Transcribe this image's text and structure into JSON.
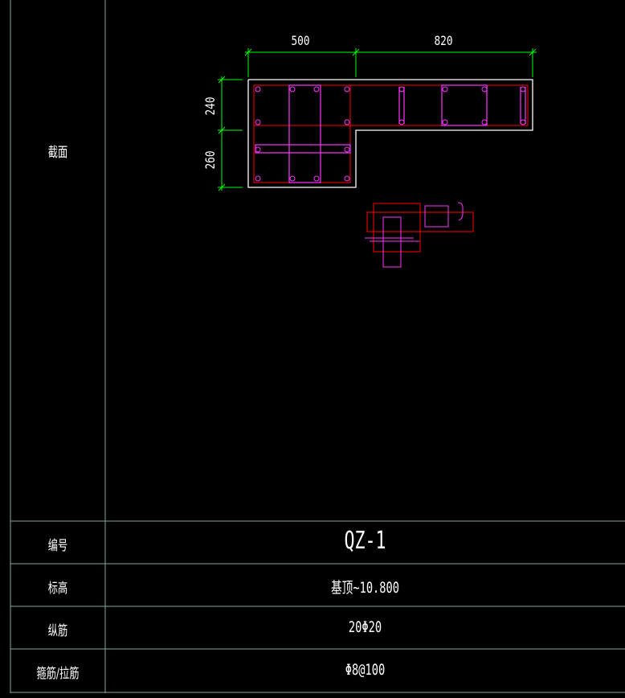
{
  "table": {
    "section_label": "截面",
    "rows": [
      {
        "label": "编号",
        "value": "QZ-1"
      },
      {
        "label": "标高",
        "value": "基顶~10.800"
      },
      {
        "label": "纵筋",
        "value": "20Φ20"
      },
      {
        "label": "箍筋/拉筋",
        "value": "Φ8@100"
      }
    ]
  },
  "drawing": {
    "dim_top": [
      "500",
      "820"
    ],
    "dim_left": [
      "240",
      "260"
    ]
  },
  "colors": {
    "grid_line": "#7fa8a0",
    "outline": "#ffffff",
    "dimension": "#00ff00",
    "stirrup_red": "#ff0000",
    "stirrup_magenta": "#ff33ff",
    "background": "#000000"
  }
}
